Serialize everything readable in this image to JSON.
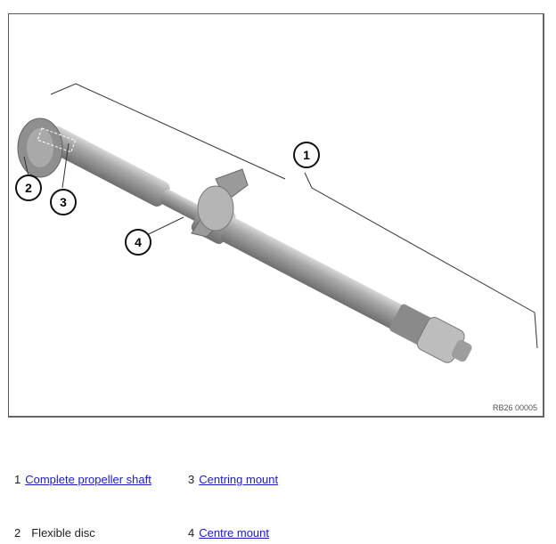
{
  "figure": {
    "reference_code": "RB26 00005",
    "callouts": [
      {
        "number": "1",
        "label": "Complete propeller shaft"
      },
      {
        "number": "2",
        "label": "Flexible disc"
      },
      {
        "number": "3",
        "label": "Centring mount"
      },
      {
        "number": "4",
        "label": "Centre mount"
      }
    ]
  },
  "legend": {
    "row1": {
      "left": {
        "number": "1",
        "text": "Complete propeller shaft",
        "is_link": true
      },
      "right": {
        "number": "3",
        "text": "Centring mount",
        "is_link": true
      }
    },
    "row2": {
      "left": {
        "number": "2",
        "text": "Flexible disc",
        "is_link": false
      },
      "right": {
        "number": "4",
        "text": "Centre mount",
        "is_link": true
      }
    }
  },
  "colors": {
    "link": "#1a1acc",
    "text": "#222222",
    "frame": "#555555"
  }
}
